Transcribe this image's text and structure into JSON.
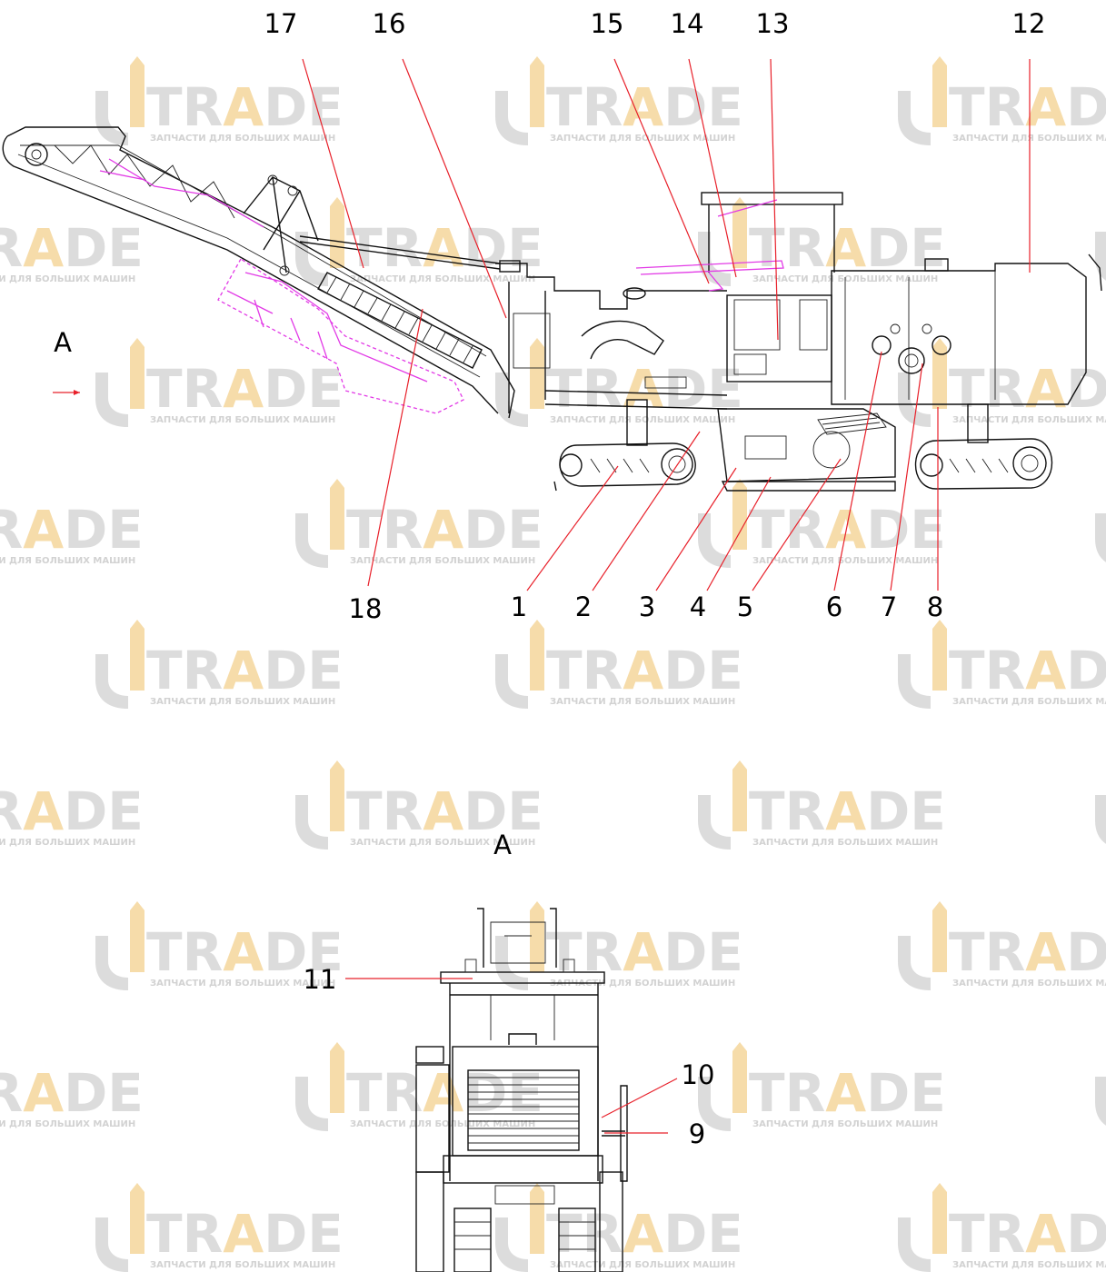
{
  "watermark": {
    "brand_letters": [
      "T",
      "R",
      "A",
      "D",
      "E"
    ],
    "tagline": "ЗАПЧАСТИ ДЛЯ БОЛЬШИХ МАШИН",
    "colors": {
      "letters": "#dcdcdc",
      "accent_letter": "#f6dcaa"
    }
  },
  "views": {
    "side_view_arrow_label": "A",
    "front_view_title": "A"
  },
  "callouts": [
    {
      "number": "1"
    },
    {
      "number": "2"
    },
    {
      "number": "3"
    },
    {
      "number": "4"
    },
    {
      "number": "5"
    },
    {
      "number": "6"
    },
    {
      "number": "7"
    },
    {
      "number": "8"
    },
    {
      "number": "9"
    },
    {
      "number": "10"
    },
    {
      "number": "11"
    },
    {
      "number": "12"
    },
    {
      "number": "13"
    },
    {
      "number": "14"
    },
    {
      "number": "15"
    },
    {
      "number": "16"
    },
    {
      "number": "17"
    },
    {
      "number": "18"
    }
  ],
  "colors": {
    "leader_lines": "#e8202a",
    "linework": "#111111",
    "alternate_position": "#e23ae6",
    "view_arrow": "#e8202a"
  }
}
